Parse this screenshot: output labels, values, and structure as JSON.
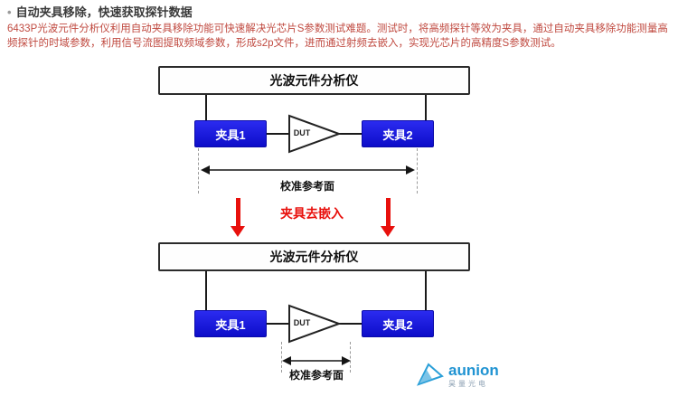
{
  "header": {
    "bullet": "•",
    "title": "自动夹具移除，快速获取探针数据"
  },
  "intro": {
    "text": "6433P光波元件分析仪利用自动夹具移除功能可快速解决光芯片S参数测试难题。测试时，将高频探针等效为夹具，通过自动夹具移除功能测量高频探针的时域参数，利用信号流图提取频域参数，形成s2p文件，进而通过射频去嵌入，实现光芯片的高精度S参数测试。",
    "text_color": "#c04a40"
  },
  "diagram": {
    "analyzer": "光波元件分析仪",
    "fixture1": "夹具1",
    "fixture2": "夹具2",
    "dut": "DUT",
    "calibration_plane": "校准参考面",
    "transition": "夹具去嵌入",
    "fixture_color": "#1414dd",
    "transition_color": "#e8100c"
  },
  "logo": {
    "brand": "aunion",
    "subtitle": "昊量光电",
    "brand_color": "#1f93d2"
  }
}
